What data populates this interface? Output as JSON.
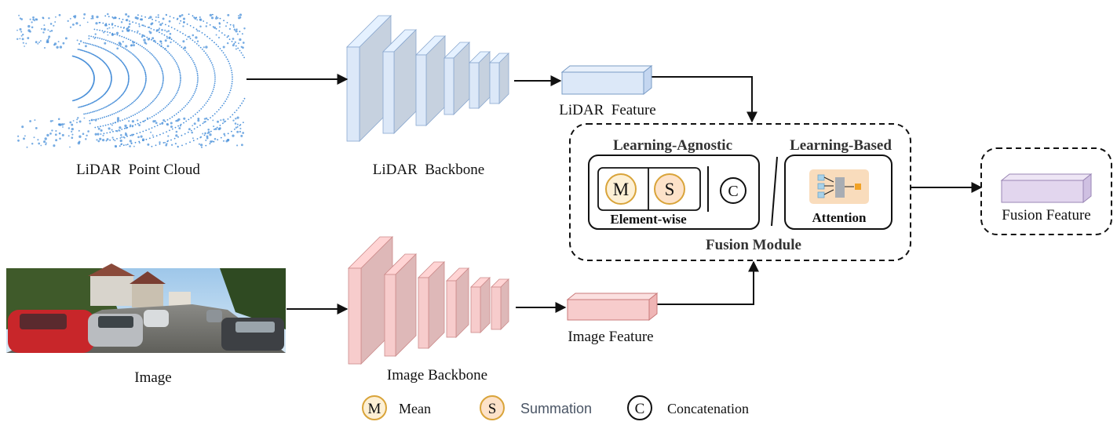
{
  "inputs": {
    "lidar_point_cloud": "LiDAR  Point Cloud",
    "image": "Image"
  },
  "backbones": {
    "lidar": "LiDAR  Backbone",
    "image": "Image Backbone"
  },
  "features": {
    "lidar": "LiDAR  Feature",
    "image": "Image Feature",
    "fusion": "Fusion Feature"
  },
  "fusion_module": {
    "title": "Fusion Module",
    "learning_agnostic": {
      "title": "Learning-Agnostic",
      "element_wise_label": "Element-wise",
      "mean_symbol": "M",
      "sum_symbol": "S",
      "concat_symbol": "C"
    },
    "learning_based": {
      "title": "Learning-Based",
      "attention_label": "Attention"
    }
  },
  "legend": [
    {
      "symbol": "M",
      "label": "Mean"
    },
    {
      "symbol": "S",
      "label": "Summation"
    },
    {
      "symbol": "C",
      "label": "Concatenation"
    }
  ],
  "colors": {
    "lidar_block": "#dce8f8",
    "lidar_point": "#4a90d9",
    "image_block": "#f7cccc",
    "fusion_block": "#e2d6ee",
    "op_circle_fill": "#fdf0d5",
    "op_circle_stroke": "#d9a43a"
  }
}
